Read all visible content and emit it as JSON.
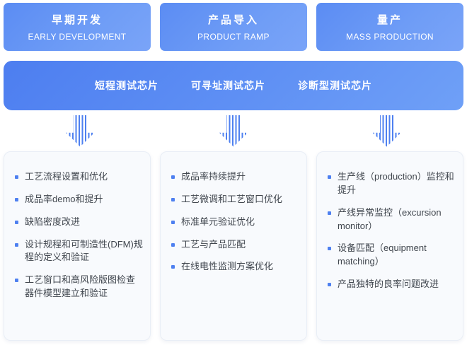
{
  "colors": {
    "accent_blue": "#4e80f0",
    "header_gradient_start": "#5b8cf3",
    "header_gradient_end": "#7aa4f8",
    "band_gradient_start": "#4d7ef0",
    "band_gradient_end": "#6fa0f7",
    "card_background": "#f8fafd",
    "body_text": "#40464e"
  },
  "stages": [
    {
      "title_zh": "早期开发",
      "title_en": "EARLY DEVELOPMENT",
      "items": [
        "工艺流程设置和优化",
        "成品率demo和提升",
        "缺陷密度改进",
        "设计规程和可制造性(DFM)规程的定义和验证",
        "工艺窗口和高风险版图检查器件模型建立和验证"
      ]
    },
    {
      "title_zh": "产品导入",
      "title_en": "PRODUCT RAMP",
      "items": [
        "成品率持续提升",
        "工艺微调和工艺窗口优化",
        "标准单元验证优化",
        "工艺与产品匹配",
        "在线电性监测方案优化"
      ]
    },
    {
      "title_zh": "量产",
      "title_en": "MASS PRODUCTION",
      "items": [
        "生产线（production）监控和提升",
        "产线异常监控（excursion monitor）",
        "设备匹配（equipment matching）",
        "产品独特的良率问题改进"
      ]
    }
  ],
  "test_chip_band": {
    "labels": [
      "短程测试芯片",
      "可寻址测试芯片",
      "诊断型测试芯片"
    ]
  }
}
